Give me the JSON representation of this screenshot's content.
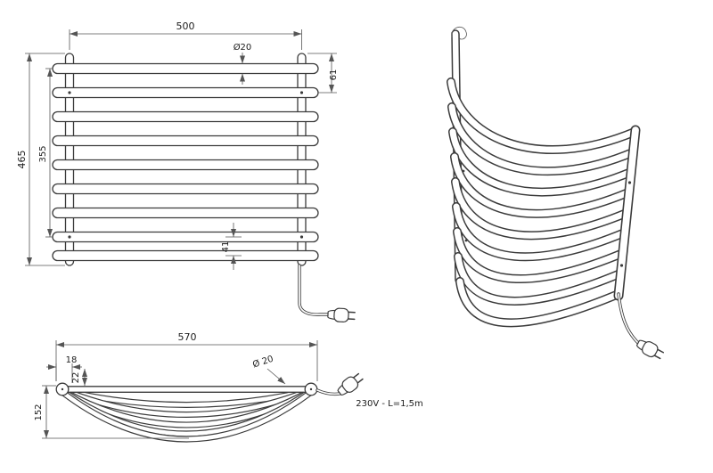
{
  "drawing": {
    "front_view": {
      "width": "500",
      "tube_diameter": "Ø20",
      "top_gap": "61",
      "total_height": "465",
      "rail_span": "355",
      "bottom_gap": "41"
    },
    "top_view": {
      "total_width": "570",
      "end_offset": "18",
      "side_offset": "22",
      "tube_diameter": "Ø 20",
      "depth": "152",
      "power_spec": "230V - L=1,5m"
    },
    "colors": {
      "line": "#3b3b3b",
      "dimension": "#555555",
      "background": "#ffffff"
    }
  }
}
